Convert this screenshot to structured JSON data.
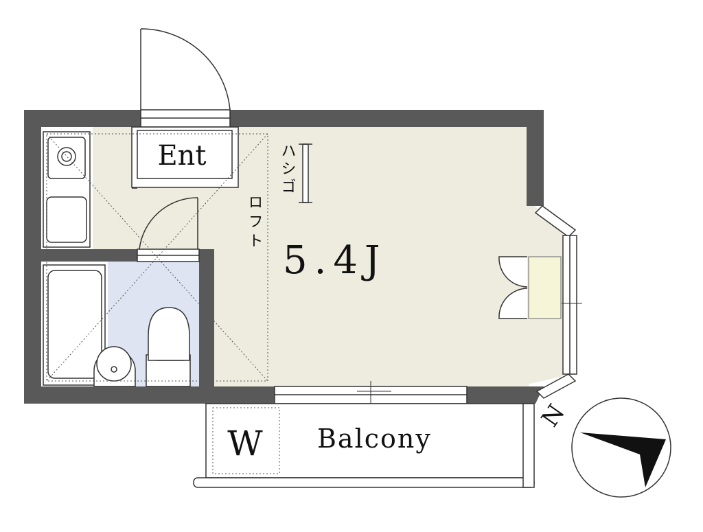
{
  "labels": {
    "entrance": "Ent",
    "room_size": "5.4J",
    "ladder": "ハシゴ",
    "loft": "ロフト",
    "washer": "W",
    "balcony": "Balcony",
    "north": "N"
  },
  "colors": {
    "wall": "#595959",
    "floor": "#edecdf",
    "bath_floor": "#dfe4f3",
    "closet": "#f6f5d8",
    "line": "#333333"
  }
}
